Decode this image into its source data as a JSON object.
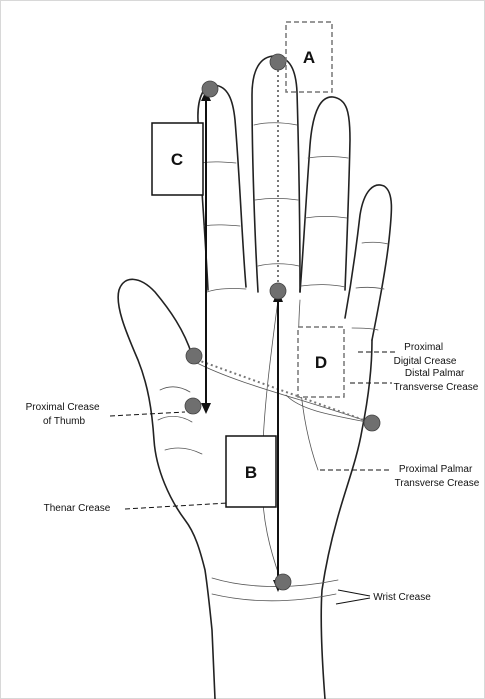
{
  "diagram": {
    "boxes": {
      "a": "A",
      "b": "B",
      "c": "C",
      "d": "D"
    },
    "labels": {
      "proximal_digital_crease": [
        "Proximal",
        "Digital Crease"
      ],
      "distal_palmar_transverse_crease": [
        "Distal Palmar",
        "Transverse Crease"
      ],
      "proximal_crease_of_thumb": [
        "Proximal Crease",
        "of Thumb"
      ],
      "proximal_palmar_transverse_crease": [
        "Proximal Palmar",
        "Transverse Crease"
      ],
      "thenar_crease": "Thenar Crease",
      "wrist_crease": "Wrist Crease"
    }
  }
}
